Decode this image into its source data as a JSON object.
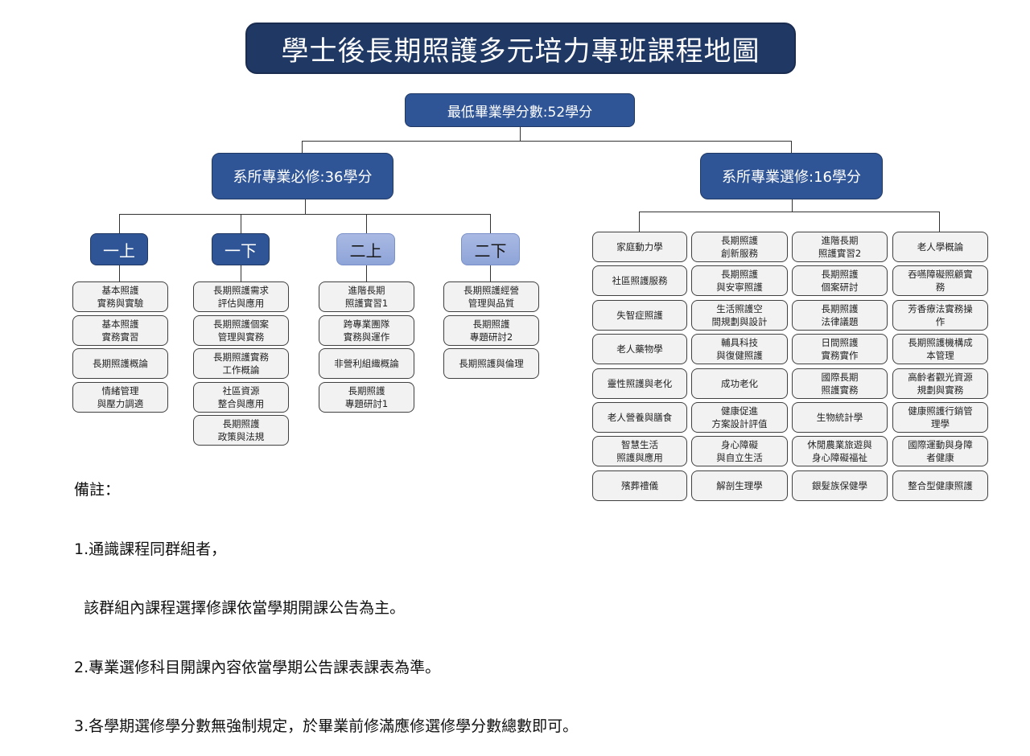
{
  "title": "學士後長期照護多元培力專班課程地圖",
  "root": "最低畢業學分數:52學分",
  "required": {
    "label": "系所專業必修:36學分",
    "semesters": [
      {
        "label": "一上",
        "style": "dark",
        "courses": [
          "基本照護\n實務與實驗",
          "基本照護\n實務實習",
          "長期照護概論",
          "情緒管理\n與壓力調適"
        ]
      },
      {
        "label": "一下",
        "style": "dark",
        "courses": [
          "長期照護需求\n評估與應用",
          "長期照護個案\n管理與實務",
          "長期照護實務\n工作概論",
          "社區資源\n整合與應用",
          "長期照護\n政策與法規"
        ]
      },
      {
        "label": "二上",
        "style": "light",
        "courses": [
          "進階長期\n照護實習1",
          "跨專業團隊\n實務與運作",
          "非營利組織概論",
          "長期照護\n專題研討1"
        ]
      },
      {
        "label": "二下",
        "style": "light",
        "courses": [
          "長期照護經營\n管理與品質",
          "長期照護\n專題研討2",
          "長期照護與倫理"
        ]
      }
    ]
  },
  "elective": {
    "label": "系所專業選修:16學分",
    "courses": [
      "家庭動力學",
      "長期照護\n創新服務",
      "進階長期\n照護實習2",
      "老人學概論",
      "社區照護服務",
      "長期照護\n與安寧照護",
      "長期照護\n個案研討",
      "吞嚥障礙照顧實\n務",
      "失智症照護",
      "生活照護空\n間規劃與設計",
      "長期照護\n法律議題",
      "芳香療法實務操\n作",
      "老人藥物學",
      "輔具科技\n與復健照護",
      "日間照護\n實務實作",
      "長期照護機構成\n本管理",
      "靈性照護與老化",
      "成功老化",
      "國際長期\n照護實務",
      "高齡者觀光資源\n規劃與實務",
      "老人營養與膳食",
      "健康促進\n方案設計評值",
      "生物統計學",
      "健康照護行銷管\n理學",
      "智慧生活\n照護與應用",
      "身心障礙\n與自立生活",
      "休閒農業旅遊與\n身心障礙福祉",
      "國際運動與身障\n者健康",
      "殯葬禮儀",
      "解剖生理學",
      "銀髮族保健學",
      "整合型健康照護"
    ]
  },
  "notes": {
    "heading": "備註：",
    "lines": [
      "1.通識課程同群組者，",
      "  該群組內課程選擇修課依當學期開課公告為主。",
      "2.專業選修科目開課內容依當學期公告課表課表為準。",
      "3.各學期選修學分數無強制規定，於畢業前修滿應修選修學分數總數即可。"
    ]
  }
}
